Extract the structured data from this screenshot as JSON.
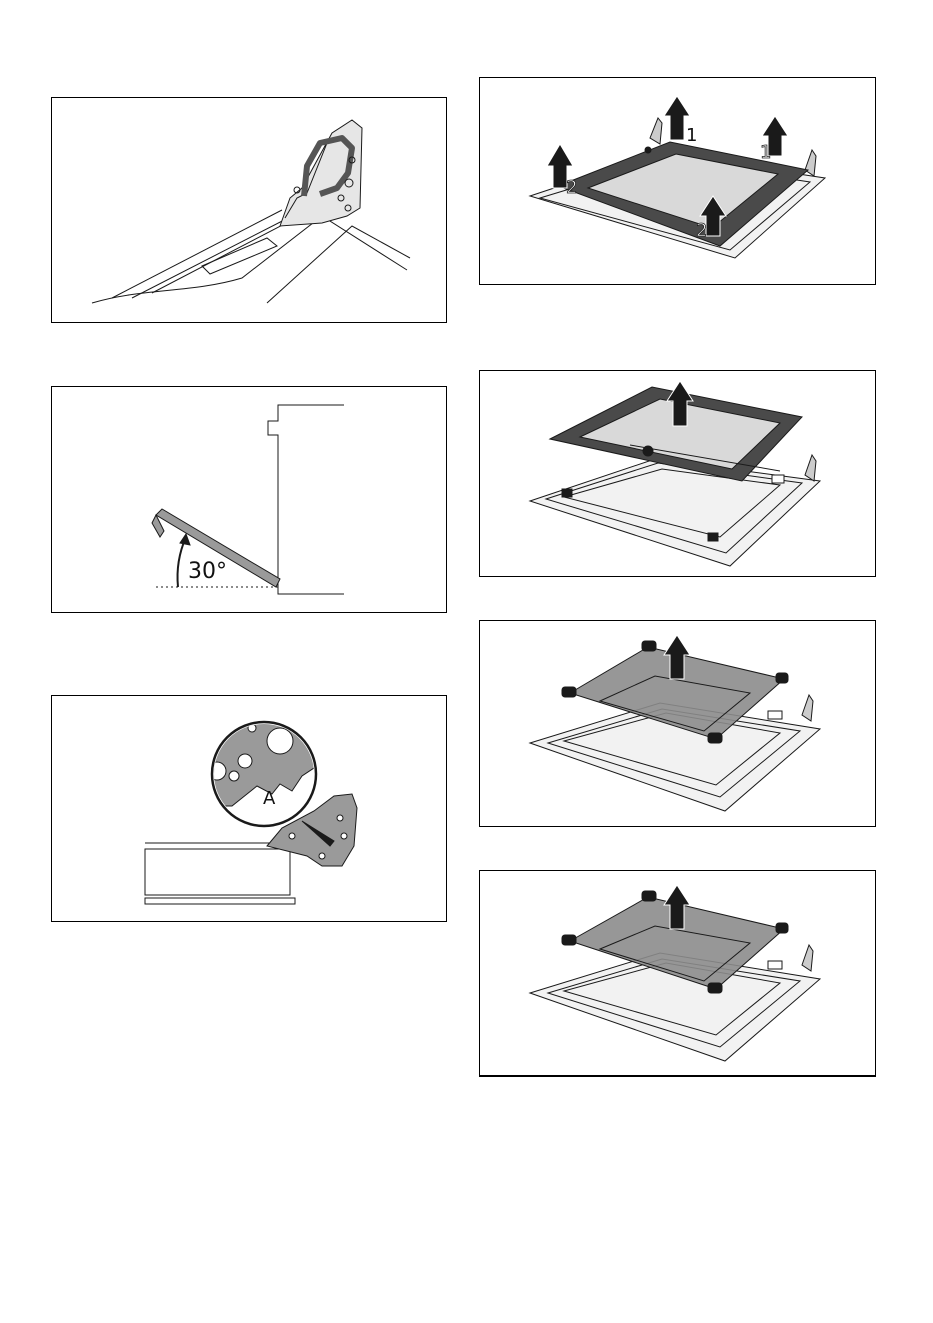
{
  "figure_angle": {
    "label": "30°"
  },
  "figure_hinge_detail": {
    "label": "A"
  },
  "figure_lift_panel": {
    "labels": [
      "1",
      "1",
      "2",
      "2"
    ]
  },
  "colors": {
    "dark_panel": "#4a4a4a",
    "glass": "#d9d9d9",
    "tinted_glass": "#8c8c8c",
    "line": "#1a1a1a"
  }
}
